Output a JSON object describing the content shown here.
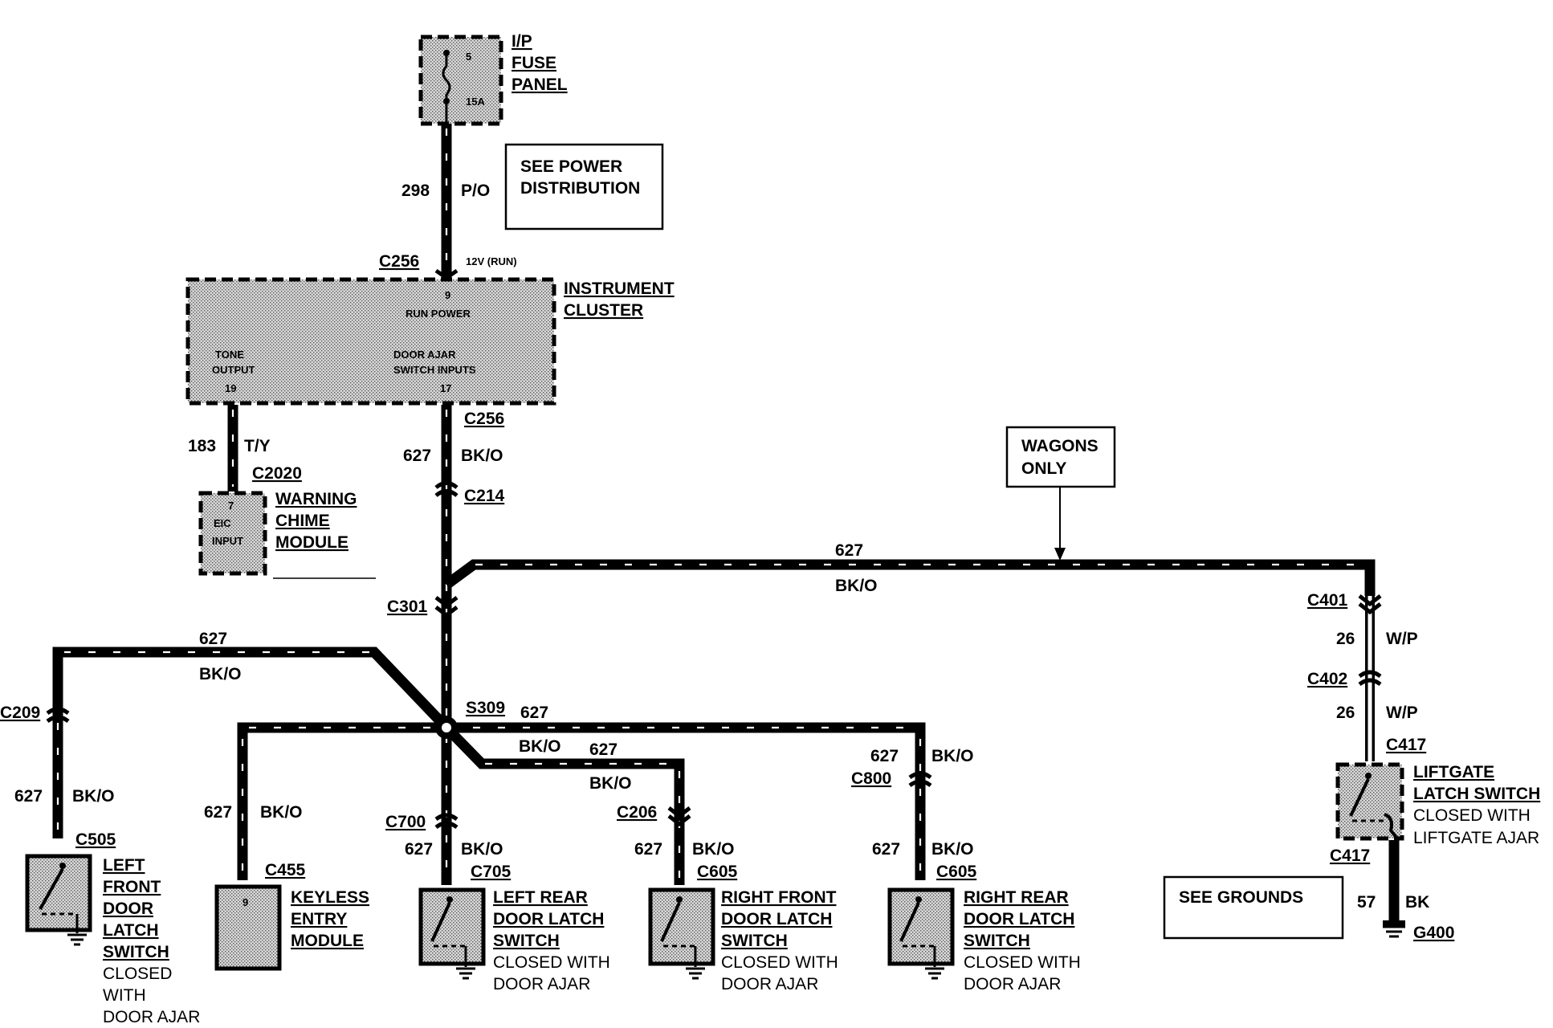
{
  "fuse_panel": {
    "title_1": "I/P",
    "title_2": "FUSE",
    "title_3": "PANEL",
    "fuse_number": "5",
    "fuse_rating": "15A"
  },
  "power_note": {
    "line_1": "SEE POWER",
    "line_2": "DISTRIBUTION"
  },
  "wires": {
    "w298": {
      "circuit": "298",
      "color": "P/O"
    },
    "w183": {
      "circuit": "183",
      "color": "T/Y"
    },
    "w627": {
      "circuit": "627",
      "color": "BK/O"
    },
    "w26": {
      "circuit": "26",
      "color": "W/P"
    },
    "w57": {
      "circuit": "57",
      "color": "BK"
    }
  },
  "voltage_label": "12V (RUN)",
  "connectors": {
    "c256_top": "C256",
    "c256_bottom": "C256",
    "c2020": "C2020",
    "c214": "C214",
    "c301": "C301",
    "c209": "C209",
    "s309": "S309",
    "c505": "C505",
    "c455": "C455",
    "c700": "C700",
    "c705": "C705",
    "c206": "C206",
    "c605_rf": "C605",
    "c800": "C800",
    "c605_rr": "C605",
    "c401": "C401",
    "c402": "C402",
    "c417_top": "C417",
    "c417_bottom": "C417",
    "g400": "G400"
  },
  "instrument_cluster": {
    "title_1": "INSTRUMENT",
    "title_2": "CLUSTER",
    "pin_run": "9",
    "run_power": "RUN POWER",
    "tone_1": "TONE",
    "tone_2": "OUTPUT",
    "tone_pin": "19",
    "door_1": "DOOR AJAR",
    "door_2": "SWITCH INPUTS",
    "door_pin": "17"
  },
  "chime_module": {
    "title_1": "WARNING",
    "title_2": "CHIME",
    "title_3": "MODULE",
    "pin": "7",
    "input_1": "EIC",
    "input_2": "INPUT"
  },
  "wagons_note": {
    "line_1": "WAGONS",
    "line_2": "ONLY"
  },
  "keyless_module": {
    "title_1": "KEYLESS",
    "title_2": "ENTRY",
    "title_3": "MODULE",
    "pin": "9"
  },
  "left_front_switch": {
    "t1": "LEFT",
    "t2": "FRONT",
    "t3": "DOOR",
    "t4": "LATCH",
    "t5": "SWITCH",
    "n1": "CLOSED",
    "n2": "WITH",
    "n3": "DOOR AJAR"
  },
  "left_rear_switch": {
    "t1": "LEFT REAR",
    "t2": "DOOR LATCH",
    "t3": "SWITCH",
    "n1": "CLOSED WITH",
    "n2": "DOOR AJAR"
  },
  "right_front_switch": {
    "t1": "RIGHT FRONT",
    "t2": "DOOR LATCH",
    "t3": "SWITCH",
    "n1": "CLOSED WITH",
    "n2": "DOOR AJAR"
  },
  "right_rear_switch": {
    "t1": "RIGHT REAR",
    "t2": "DOOR LATCH",
    "t3": "SWITCH",
    "n1": "CLOSED WITH",
    "n2": "DOOR AJAR"
  },
  "liftgate_switch": {
    "t1": "LIFTGATE",
    "t2": "LATCH SWITCH",
    "n1": "CLOSED WITH",
    "n2": "LIFTGATE AJAR"
  },
  "grounds_note": {
    "line_1": "SEE GROUNDS"
  }
}
